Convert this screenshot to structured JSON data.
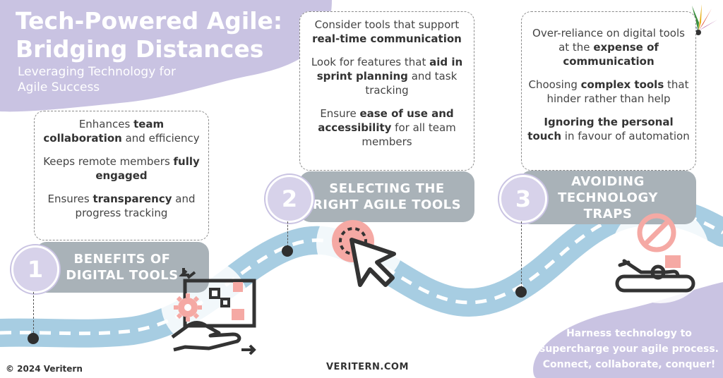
{
  "header": {
    "title_line1": "Tech-Powered Agile:",
    "title_line2": "Bridging Distances",
    "subtitle_line1": "Leveraging Technology for",
    "subtitle_line2": "Agile Success"
  },
  "steps": [
    {
      "number": "1",
      "title_line1": "BENEFITS OF",
      "title_line2": "DIGITAL TOOLS",
      "points": [
        [
          {
            "t": "Enhances "
          },
          {
            "t": "team collaboration",
            "b": true
          },
          {
            "t": " and efficiency"
          }
        ],
        [
          {
            "t": "Keeps remote members "
          },
          {
            "t": "fully engaged",
            "b": true
          }
        ],
        [
          {
            "t": "Ensures "
          },
          {
            "t": "transparency",
            "b": true
          },
          {
            "t": " and progress tracking"
          }
        ]
      ]
    },
    {
      "number": "2",
      "title_line1": "SELECTING THE",
      "title_line2": "RIGHT AGILE TOOLS",
      "points": [
        [
          {
            "t": "Consider tools that support "
          },
          {
            "t": "real-time communication",
            "b": true
          }
        ],
        [
          {
            "t": "Look for features that "
          },
          {
            "t": "aid in sprint planning",
            "b": true
          },
          {
            "t": " and task tracking"
          }
        ],
        [
          {
            "t": "Ensure "
          },
          {
            "t": "ease of use and accessibility",
            "b": true
          },
          {
            "t": " for all team members"
          }
        ]
      ]
    },
    {
      "number": "3",
      "title_line1": "AVOIDING",
      "title_line2": "TECHNOLOGY",
      "title_line3": "TRAPS",
      "points": [
        [
          {
            "t": "Over-reliance on digital tools at the "
          },
          {
            "t": "expense of communication",
            "b": true
          }
        ],
        [
          {
            "t": "Choosing "
          },
          {
            "t": "complex tools",
            "b": true
          },
          {
            "t": " that hinder rather than help"
          }
        ],
        [
          {
            "t": "Ignoring the personal touch",
            "b": true
          },
          {
            "t": " in favour of automation"
          }
        ]
      ]
    }
  ],
  "cta": {
    "line1": "Harness technology to",
    "line2": "supercharge your agile process.",
    "line3": "Connect, collaborate, conquer!"
  },
  "footer": {
    "copyright": "© 2024 Veritern",
    "website": "VERITERN.COM"
  },
  "icons": [
    "digital-tools-hand-icon",
    "cursor-click-icon",
    "mousetrap-icon",
    "no-entry-icon",
    "veritern-logo-icon"
  ],
  "colors": {
    "lavender": "#c9c3e2",
    "road_blue": "#a7cde2",
    "banner_grey": "#a9b2b8",
    "accent_pink": "#f5a9a4",
    "text_dark": "#333333"
  }
}
